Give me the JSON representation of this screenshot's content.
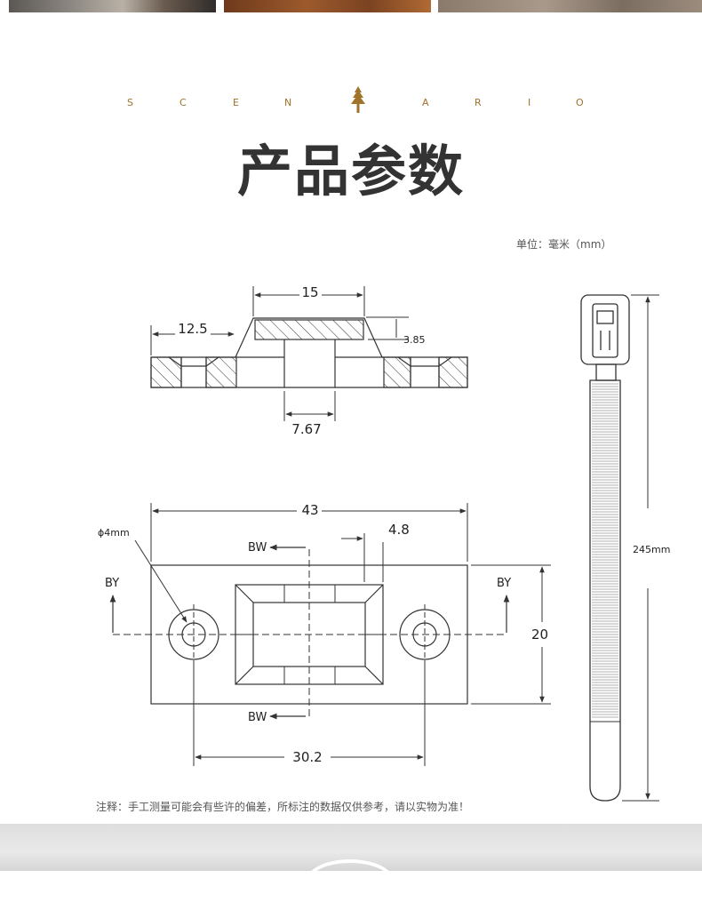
{
  "header": {
    "scenario_letters": [
      "S",
      "C",
      "E",
      "N",
      "A",
      "R",
      "I",
      "O"
    ],
    "title": "产品参数",
    "unit": "单位：毫米（mm）"
  },
  "top_view": {
    "dim_top": "15",
    "dim_left": "12.5",
    "dim_height": "3.85",
    "dim_bottom": "7.67"
  },
  "plan_view": {
    "dim_width": "43",
    "dim_hole": "ϕ4mm",
    "dim_offset": "4.8",
    "dim_height": "20",
    "dim_spacing": "30.2",
    "label_bw_top": "BW",
    "label_bw_bottom": "BW",
    "label_by_left": "BY",
    "label_by_right": "BY"
  },
  "cable_tie": {
    "length": "245mm"
  },
  "footer": {
    "note": "注释：手工测量可能会有些许的偏差，所标注的数据仅供参考，请以实物为准！"
  }
}
